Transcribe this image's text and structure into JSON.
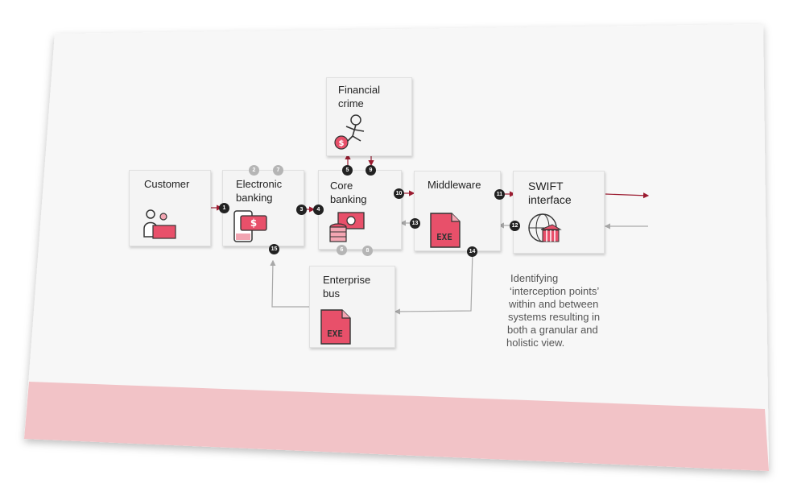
{
  "diagram": {
    "nodes": {
      "customer": "Customer",
      "electronic_banking": "Electronic\nbanking",
      "core_banking": "Core\nbanking",
      "financial_crime": "Financial\ncrime",
      "middleware": "Middleware",
      "swift_interface": "SWIFT\ninterface",
      "enterprise_bus": "Enterprise\nbus"
    },
    "exe_label": "EXE",
    "badges": [
      "1",
      "2",
      "3",
      "4",
      "5",
      "6",
      "7",
      "8",
      "9",
      "10",
      "11",
      "12",
      "13",
      "14",
      "15"
    ],
    "caption_lines": [
      "Identifying",
      "‘interception points’",
      "within and between",
      "systems resulting in",
      "both a granular and",
      "holistic view."
    ]
  },
  "colors": {
    "accent": "#e8506a",
    "accent_light": "#f2c3c7",
    "arrow_dark": "#9b1b30",
    "arrow_grey": "#a8a8a8",
    "badge_dark": "#222222",
    "badge_grey": "#b5b5b5"
  },
  "icons": [
    "customer-service-icon",
    "mobile-payment-icon",
    "cash-coins-icon",
    "thief-running-icon",
    "exe-file-icon",
    "bank-globe-icon"
  ]
}
